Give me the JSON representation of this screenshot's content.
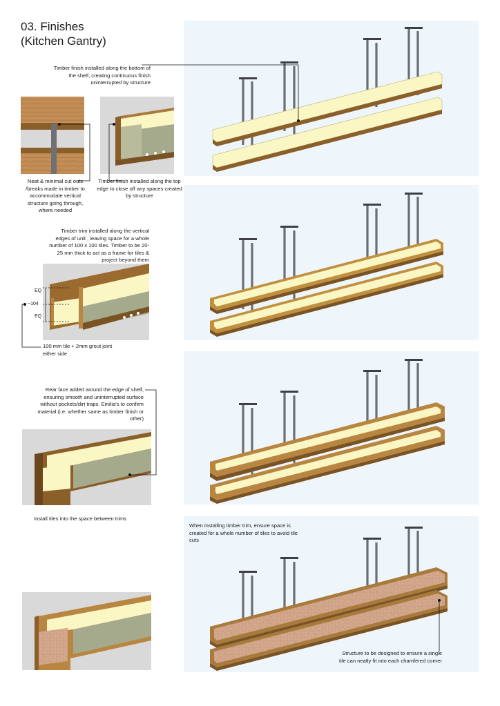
{
  "title": {
    "line1": "03. Finishes",
    "line2": "(Kitchen Gantry)"
  },
  "notes": {
    "bottom_finish": "Timber finish installed along the bottom of the shelf, creating continuous finish uninterrupted by structure",
    "cutouts": "Neat & minimal cut outs /breaks made in timber to accommodate vertical structure going through, where needed",
    "top_edge": "Timber finish installed along the top edge to close off any spaces created by structure",
    "vertical_trim": "Timber trim installed along the vertical edges of unit , leaving space for a whole number of 100 x 100 tiles. Timber to be 20-25 mm thick to act as a frame for tiles & project beyond them",
    "tile_joint": "100 mm tile + 2mm grout joint either side",
    "rear_face": "Rear face  added around the edge of shelf, ensuring smooth and uninterrupted surface without pockets/dirt traps. Emilia's to confirm material (i.e. whether same as timber finish or other)",
    "install_tiles": "Install tiles into the space between trims",
    "whole_tiles": "When installing timber trim, ensure space is created for a whole number of tiles to avoid tile cuts",
    "chamfer": "Structure to be designed to ensure a single tile can neatly fit into each chamfered corner"
  },
  "dimensions": {
    "eq_top": "EQ",
    "value": "~104",
    "eq_bottom": "EQ"
  },
  "colors": {
    "panel_bg": "#eef6fb",
    "cream": "#fbf7c4",
    "timber": "#a87a3c",
    "timber_light": "#d8b06a",
    "timber_dark": "#7a5324",
    "steel": "#6e7075",
    "tile": "#c8a088"
  }
}
